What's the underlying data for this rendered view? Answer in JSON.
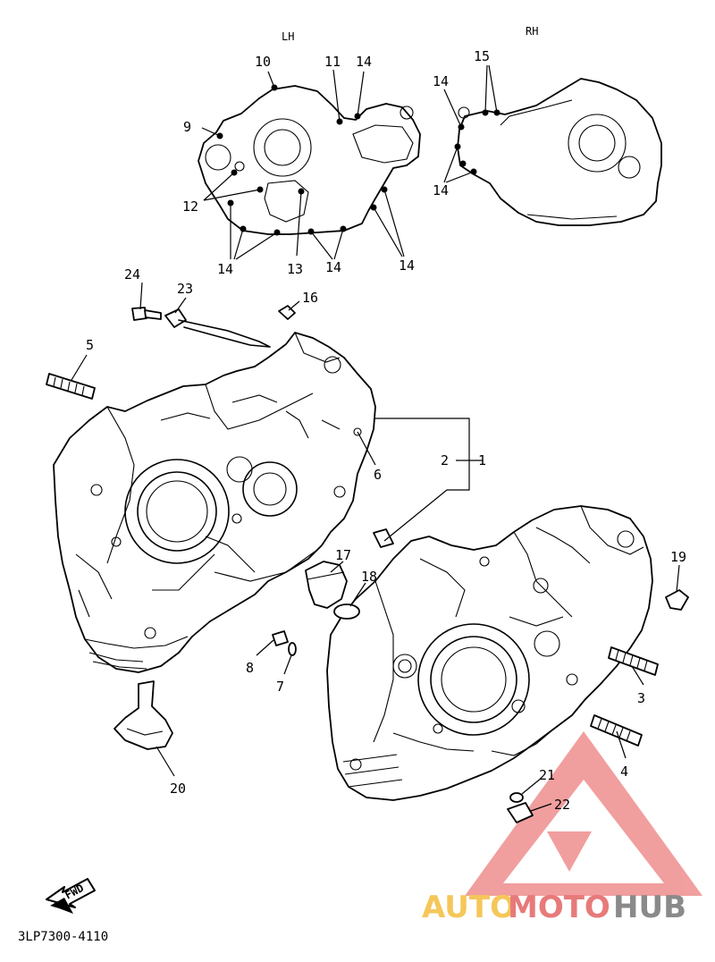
{
  "headers": {
    "left": "LH",
    "right": "RH"
  },
  "callouts": {
    "c1": "1",
    "c2": "2",
    "c3": "3",
    "c4": "4",
    "c5": "5",
    "c6": "6",
    "c7": "7",
    "c8": "8",
    "c9": "9",
    "c10": "10",
    "c11": "11",
    "c12": "12",
    "c13": "13",
    "c14": "14",
    "c15": "15",
    "c16": "16",
    "c17": "17",
    "c18": "18",
    "c19": "19",
    "c20": "20",
    "c21": "21",
    "c22": "22",
    "c23": "23",
    "c24": "24"
  },
  "fwd_label": "FWD",
  "diagram_code": "3LP7300-4110",
  "watermark": {
    "part1": "AUTO",
    "part2": "MOTO",
    "part3": "HUB",
    "colors": {
      "auto": "#f5c75a",
      "moto": "#e77a7a",
      "hub": "#8a8a8a",
      "triangle": "#ef8e8e"
    }
  }
}
